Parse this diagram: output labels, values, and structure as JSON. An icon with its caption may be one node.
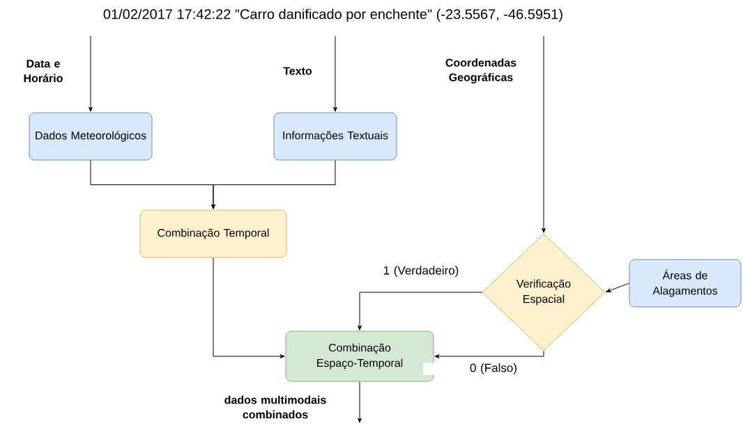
{
  "diagram": {
    "nodes": [
      {
        "text": [
          "01/02/2017  17:42:22  \"Carro danificado por enchente\" (-23.5567, -46.5951)"
        ]
      },
      {
        "text": [
          "Dados Meteorológicos"
        ]
      },
      {
        "text": [
          "Informações Textuais"
        ]
      },
      {
        "text": [
          "Combinação Temporal"
        ]
      },
      {
        "text": [
          "Verificação Espacial"
        ]
      },
      {
        "text": [
          "Áreas de Alagamentos"
        ]
      },
      {
        "text": [
          "Combinação Espaço-Temporal"
        ]
      }
    ],
    "edges": [
      {
        "from": 0,
        "to": 1,
        "arrow": "to",
        "label": "Data e Horário"
      },
      {
        "from": 0,
        "to": 2,
        "arrow": "to",
        "label": "Texto"
      },
      {
        "from": 0,
        "to": 4,
        "arrow": "to",
        "label": "Coordenadas Geográficas"
      },
      {
        "from": 1,
        "to": 3,
        "arrow": "to"
      },
      {
        "from": 2,
        "to": 3,
        "arrow": "to"
      },
      {
        "from": 3,
        "to": 6,
        "arrow": "to"
      },
      {
        "from": 5,
        "to": 4,
        "arrow": "to"
      },
      {
        "from": 4,
        "to": 6,
        "arrow": "to",
        "label": "1 (Verdadeiro)"
      },
      {
        "from": 4,
        "to": 6,
        "arrow": "to",
        "label": "0 (Falso)"
      },
      {
        "from": 6,
        "to": null,
        "arrow": "to",
        "label": "dados multimodais combinados"
      }
    ]
  }
}
